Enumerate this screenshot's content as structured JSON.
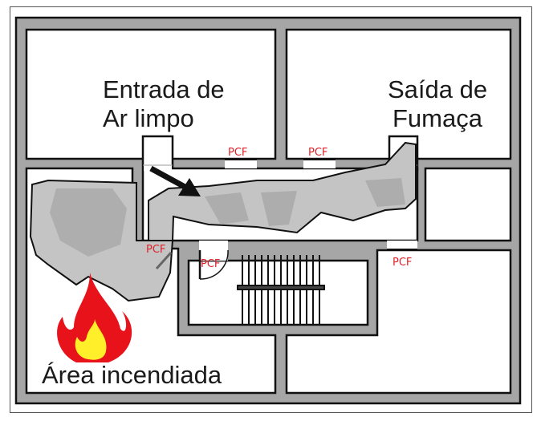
{
  "labels": {
    "air_inlet": [
      "Entrada de",
      "Ar limpo"
    ],
    "smoke_outlet": [
      "Saída de",
      "Fumaça"
    ],
    "fire_area": "Área incendiada"
  },
  "doors": [
    "PCF",
    "PCF",
    "PCF",
    "PCF",
    "PCF"
  ],
  "colors": {
    "wall": "#a6a6a6",
    "smoke_light": "#c4c4c4",
    "smoke_dark": "#a9a9a9",
    "flame_red": "#e8121b",
    "flame_yellow": "#ffef2a",
    "door_label": "#e0202a"
  }
}
